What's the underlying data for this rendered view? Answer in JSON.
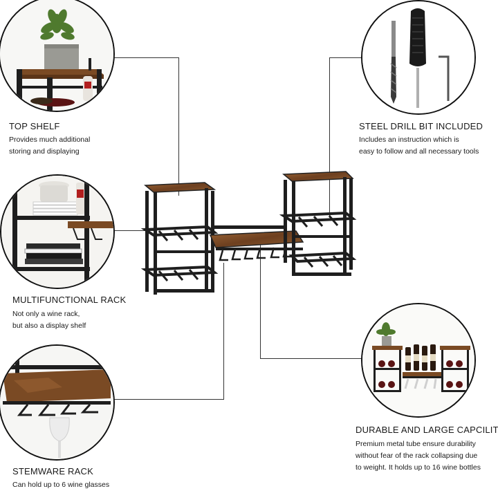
{
  "features": {
    "top_shelf": {
      "title": "TOP SHELF",
      "desc_line1": "Provides much additional",
      "desc_line2": "storing and displaying"
    },
    "multifunctional": {
      "title": "MULTIFUNCTIONAL RACK",
      "desc_line1": "Not only a wine rack,",
      "desc_line2": "but also a display shelf"
    },
    "stemware": {
      "title": "STEMWARE RACK",
      "desc_line1": "Can hold up to 6 wine glasses"
    },
    "drill": {
      "title": "STEEL DRILL BIT INCLUDED",
      "desc_line1": "Includes an instruction which is",
      "desc_line2": "easy to follow and all necessary tools"
    },
    "capacity": {
      "title": "DURABLE AND LARGE CAPCILITY",
      "desc_line1": "Premium metal tube ensure durability",
      "desc_line2": "without fear of the rack collapsing due",
      "desc_line3": "to weight. It holds up to 16 wine bottles"
    }
  },
  "colors": {
    "frame": "#1e1e1e",
    "wood": "#7a4a24",
    "wood_light": "#9a6334"
  }
}
